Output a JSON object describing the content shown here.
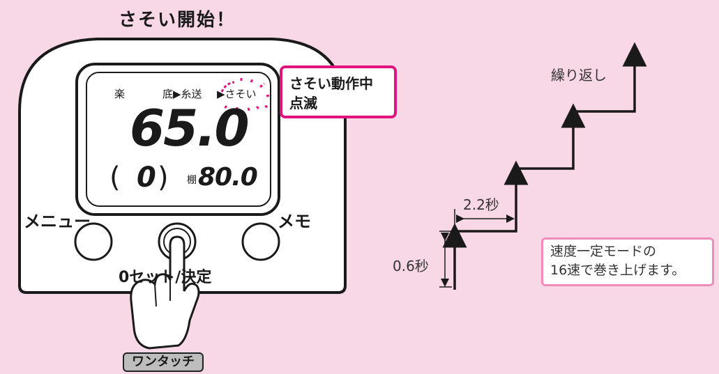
{
  "title": "さそい開始！",
  "display": {
    "mode_raku": "楽",
    "mode_soko": "底▶糸送",
    "mode_sasoi": "▶さそい",
    "main_value": "65.0",
    "sub_paren_open": "(",
    "sub_value": "0",
    "sub_paren_close": ")",
    "tana_label": "棚",
    "tana_value": "80.0"
  },
  "buttons": {
    "menu_label": "メニュー",
    "memo_label": "メモ",
    "set_label": "0セット/決定"
  },
  "callout": {
    "line1": "さそい動作中",
    "line2": "点滅"
  },
  "onetouch_label": "ワンタッチ",
  "diagram": {
    "repeat_label": "繰り返し",
    "interval_label": "2.2秒",
    "duration_label": "0.6秒",
    "note_line1": "速度一定モードの",
    "note_line2": "16速で巻き上げます。"
  },
  "colors": {
    "background": "#f8d7e6",
    "callout_border": "#e0137f",
    "note_border": "#f08cb9"
  }
}
